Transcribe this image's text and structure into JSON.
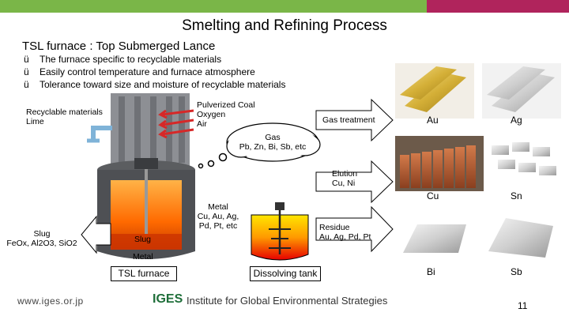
{
  "title": "Smelting and Refining Process",
  "subtitle": "TSL furnace : Top Submerged Lance",
  "bullets": [
    "The furnace specific to recyclable materials",
    "Easily control temperature and furnace atmosphere",
    "Tolerance toward size and moisture of recyclable materials"
  ],
  "check_glyph": "ü",
  "inputs": {
    "line1": "Recyclable materials",
    "line2": "Lime"
  },
  "lance_inputs": {
    "line1": "Pulverized Coal",
    "line2": "Oxygen",
    "line3": "Air"
  },
  "gas": {
    "line1": "Gas",
    "line2": "Pb, Zn, Bi, Sb, etc"
  },
  "gas_treatment": "Gas treatment",
  "elution": {
    "line1": "Elution",
    "line2": "Cu, Ni"
  },
  "metal_out": {
    "line1": "Metal",
    "line2": "Cu, Au, Ag,",
    "line3": "Pd, Pt, etc"
  },
  "residue": {
    "line1": "Residue",
    "line2": "Au, Ag, Pd, Pt"
  },
  "slug_out": {
    "line1": "Slug",
    "line2": "FeOx, Al2O3, SiO2"
  },
  "furnace_layers": {
    "slug": "Slug",
    "metal": "Metal"
  },
  "labels": {
    "tsl_furnace": "TSL furnace",
    "dissolving_tank": "Dissolving tank"
  },
  "products": [
    "Au",
    "Ag",
    "Cu",
    "Sn",
    "Bi",
    "Sb"
  ],
  "footer": {
    "url": "www.iges.or.jp",
    "logo": "IGES",
    "org": "Institute for Global Environmental Strategies",
    "page": "11"
  }
}
